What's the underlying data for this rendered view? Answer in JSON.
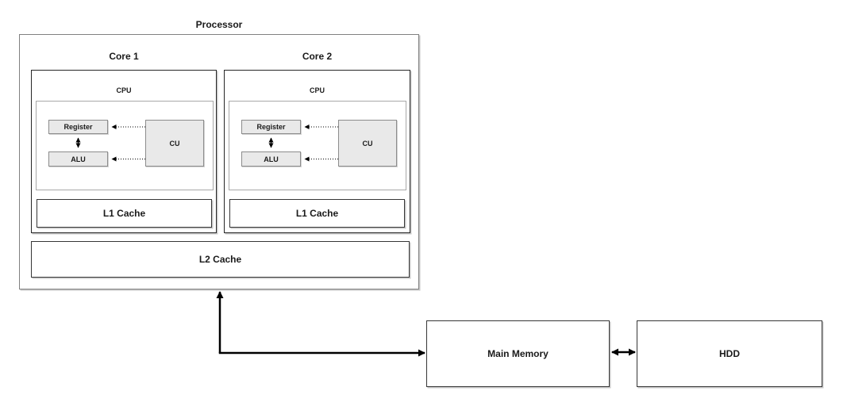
{
  "diagram": {
    "title": "Processor",
    "cores": [
      {
        "label": "Core 1",
        "cpu_label": "CPU",
        "register_label": "Register",
        "alu_label": "ALU",
        "cu_label": "CU",
        "l1_label": "L1 Cache"
      },
      {
        "label": "Core 2",
        "cpu_label": "CPU",
        "register_label": "Register",
        "alu_label": "ALU",
        "cu_label": "CU",
        "l1_label": "L1 Cache"
      }
    ],
    "l2_label": "L2 Cache",
    "memory_label": "Main Memory",
    "hdd_label": "HDD",
    "colors": {
      "background": "#ffffff",
      "unit_fill": "#e9e9e9",
      "unit_border": "#8c8c8c",
      "processor_border": "#808080",
      "core_border": "#262626",
      "cpu_border": "#a8a8a8",
      "cache_border": "#363636",
      "arrow": "#000000",
      "text": "#1a1a1a"
    }
  }
}
